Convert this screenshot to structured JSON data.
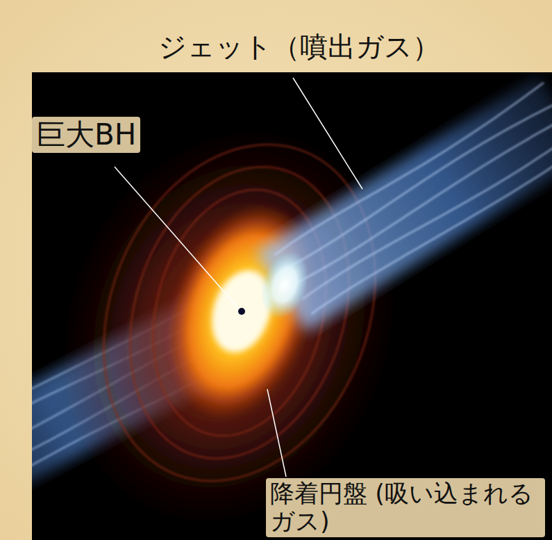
{
  "diagram": {
    "labels": [
      "ジェット（噴出ガス）",
      "巨大BH",
      "降着円盤 (吸い込まれるガス)"
    ]
  }
}
